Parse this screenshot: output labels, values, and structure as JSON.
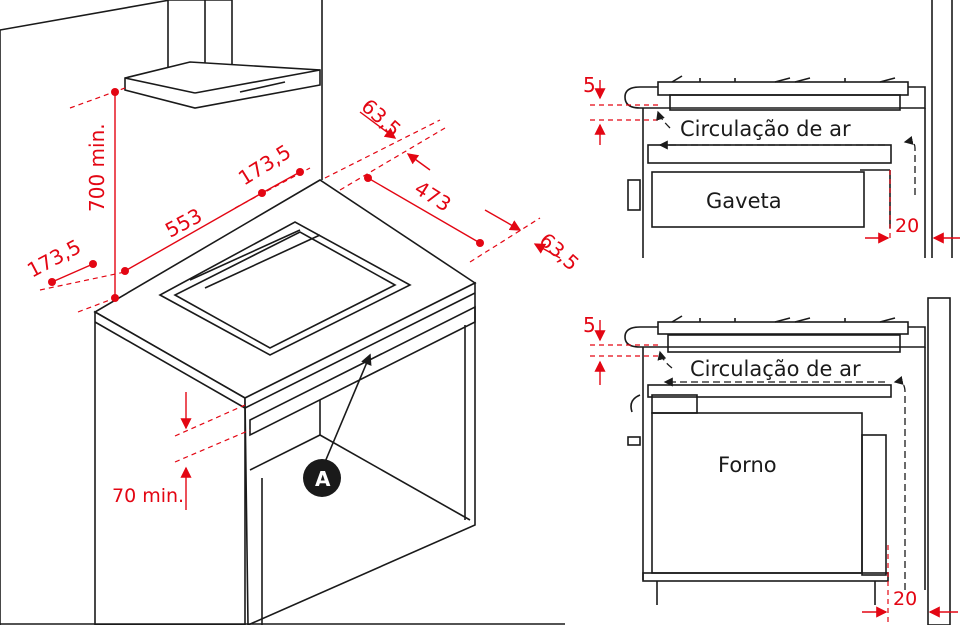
{
  "left_drawing": {
    "hood_min_height": "700 min.",
    "left_offset": "173,5",
    "cutout_width": "553",
    "top_offset": "173,5",
    "back_offset": "63,5",
    "cutout_depth": "473",
    "front_offset": "63,5",
    "drawer_gap": "70 min.",
    "callout_letter": "A"
  },
  "right_top_drawing": {
    "top_gap": "5",
    "airflow_label": "Circulação de ar",
    "compartment_label": "Gaveta",
    "side_gap": "20"
  },
  "right_bottom_drawing": {
    "top_gap": "5",
    "airflow_label": "Circulação de ar",
    "compartment_label": "Forno",
    "side_gap": "20"
  },
  "colors": {
    "dimension": "#e30613",
    "outline": "#1a1a1a",
    "callout_fill": "#1a1a1a"
  }
}
